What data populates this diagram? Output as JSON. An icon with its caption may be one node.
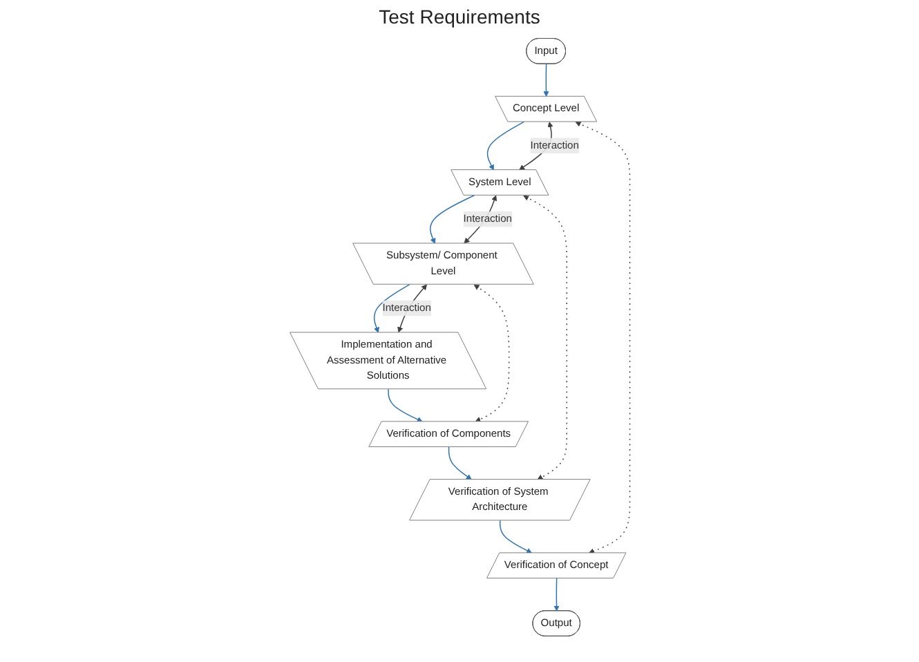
{
  "diagram": {
    "nodes": [
      {
        "text": [
          "Input"
        ]
      },
      {
        "text": [
          "Output"
        ]
      },
      {
        "text": [
          "Concept Level"
        ]
      },
      {
        "text": [
          "System Level"
        ]
      },
      {
        "text": [
          "Subsystem/ Component Level"
        ]
      },
      {
        "text": [
          "Implementation and Assessment of Alternative Solutions"
        ]
      },
      {
        "text": [
          "Verification of Concept"
        ]
      },
      {
        "text": [
          "Verification of System Architecture"
        ]
      },
      {
        "text": [
          "Verification of Components"
        ]
      }
    ],
    "edges": [
      {
        "from": 0,
        "to": 2,
        "arrow": "to"
      },
      {
        "from": 2,
        "to": 3,
        "arrow": "to"
      },
      {
        "from": 3,
        "to": 4,
        "arrow": "to"
      },
      {
        "from": 4,
        "to": 5,
        "arrow": "to"
      },
      {
        "from": 5,
        "to": 8,
        "arrow": "to"
      },
      {
        "from": 8,
        "to": 7,
        "arrow": "to"
      },
      {
        "from": 7,
        "to": 6,
        "arrow": "to"
      },
      {
        "from": 6,
        "to": 1,
        "arrow": "to"
      },
      {
        "from": 2,
        "to": 6,
        "arrow": "both",
        "style": "dashed",
        "color": "#404040"
      },
      {
        "from": 3,
        "to": 7,
        "arrow": "both",
        "style": "dashed",
        "color": "#404040"
      },
      {
        "from": 4,
        "to": 8,
        "arrow": "both",
        "style": "dashed",
        "color": "#404040"
      },
      {
        "from": 3,
        "to": 2,
        "arrow": "both",
        "label": "Interaction",
        "color": "#404040"
      },
      {
        "from": 4,
        "to": 3,
        "arrow": "both",
        "label": "Interaction",
        "color": "#404040"
      },
      {
        "from": 5,
        "to": 4,
        "arrow": "both",
        "label": "Interaction",
        "color": "#404040"
      }
    ],
    "labels": [
      "Test Requirements"
    ]
  }
}
